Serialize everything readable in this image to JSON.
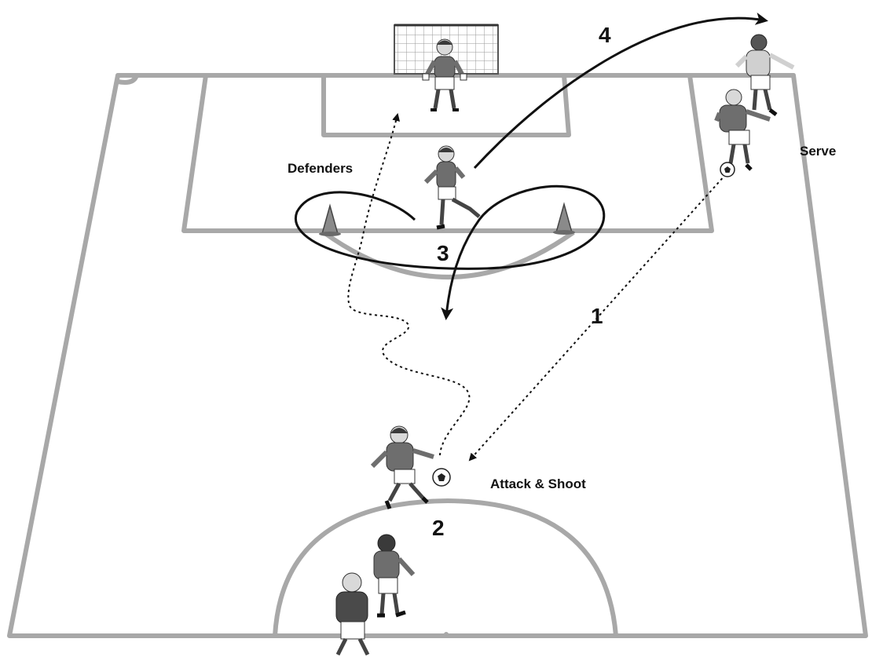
{
  "labels": {
    "defenders": "Defenders",
    "serve": "Serve",
    "attack_shoot": "Attack & Shoot"
  },
  "steps": {
    "step1": "1",
    "step2": "2",
    "step3": "3",
    "step4": "4"
  },
  "colors": {
    "field_line": "#a8a8a8",
    "jersey": "#6e6e6e",
    "shorts": "#ffffff",
    "skin": "#d9d9d9",
    "hair": "#3a3a3a",
    "arrow": "#111111"
  },
  "icons": [
    "soccer-ball-icon",
    "cone-icon",
    "goal-net-icon"
  ]
}
